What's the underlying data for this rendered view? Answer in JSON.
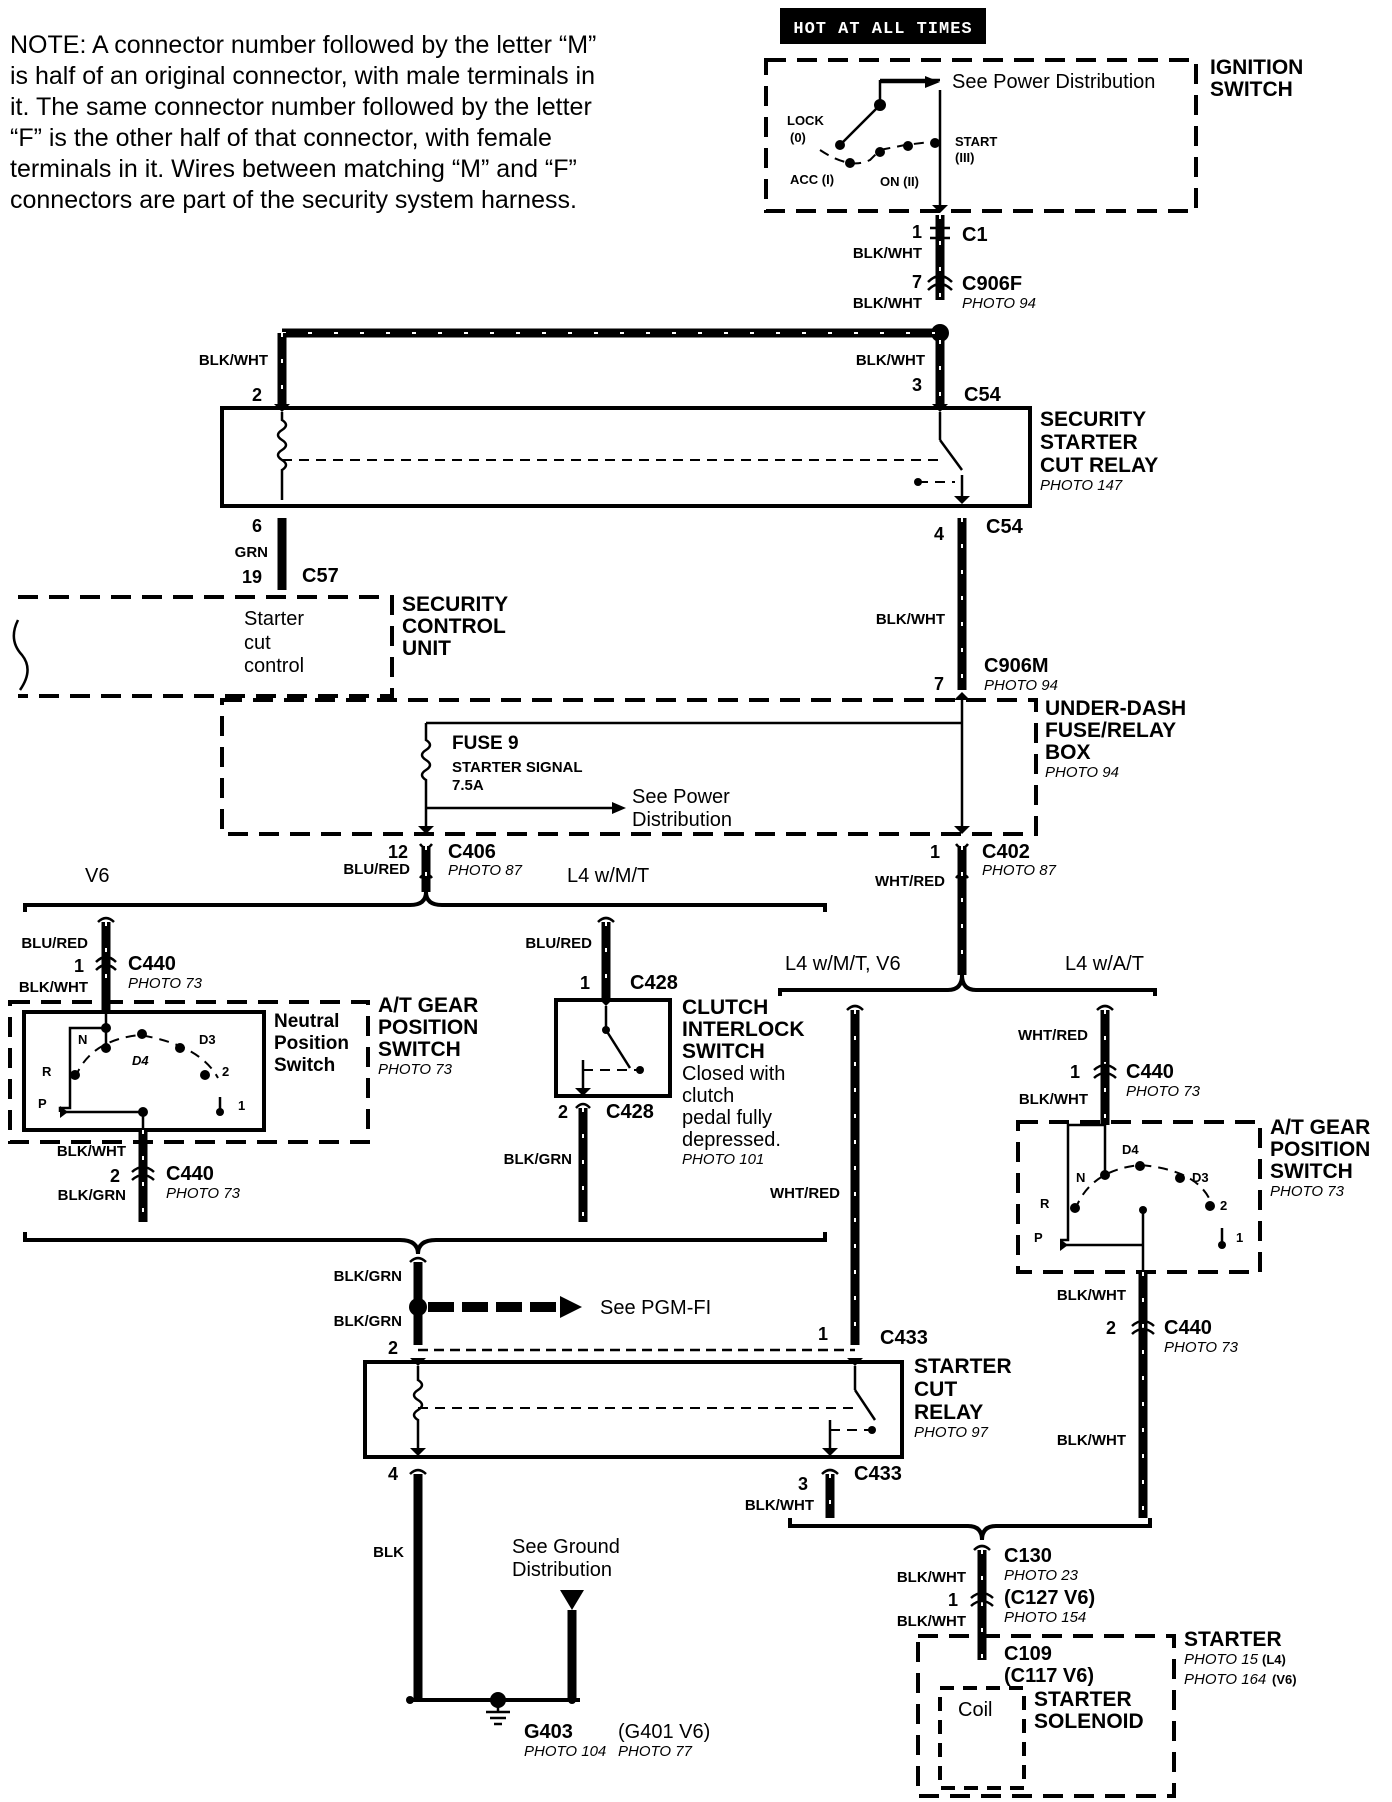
{
  "note": "NOTE:  A connector number followed by the letter “M” is half of an original connector, with male terminals in it. The same connector number followed by the letter “F” is the other half of that connector, with female terminals in it. Wires between matching “M” and “F” connectors are part of the security system harness.",
  "hot_label": "HOT AT ALL TIMES",
  "ignition_switch": {
    "title1": "IGNITION",
    "title2": "SWITCH",
    "see": "See Power Distribution",
    "lock": "LOCK",
    "lock0": "(0)",
    "acc": "ACC (I)",
    "on": "ON (II)",
    "start": "START",
    "start3": "(III)"
  },
  "connectors": {
    "c1": "C1",
    "c906f": "C906F",
    "c54": "C54",
    "c57": "C57",
    "c906m": "C906M",
    "c406": "C406",
    "c402": "C402",
    "c440": "C440",
    "c428": "C428",
    "c433": "C433",
    "c130": "C130",
    "c127": "(C127 V6)",
    "c109": "C109",
    "c117": "(C117 V6)"
  },
  "photos": {
    "p94": "PHOTO 94",
    "p147": "PHOTO 147",
    "p87": "PHOTO 87",
    "p73": "PHOTO 73",
    "p101": "PHOTO 101",
    "p97": "PHOTO 97",
    "p23": "PHOTO 23",
    "p154": "PHOTO 154",
    "p15": "PHOTO 15",
    "p15s": "(L4)",
    "p164": "PHOTO 164",
    "p164s": "(V6)",
    "p104": "PHOTO 104",
    "p77": "PHOTO 77"
  },
  "pins": {
    "p1": "1",
    "p2": "2",
    "p3": "3",
    "p4": "4",
    "p6": "6",
    "p7": "7",
    "p12": "12",
    "p19": "19"
  },
  "wires": {
    "blkwht": "BLK/WHT",
    "grn": "GRN",
    "blured": "BLU/RED",
    "whtred": "WHT/RED",
    "blkgrn": "BLK/GRN",
    "blk": "BLK"
  },
  "security_relay": {
    "l1": "SECURITY",
    "l2": "STARTER",
    "l3": "CUT RELAY"
  },
  "security_unit": {
    "l1": "SECURITY",
    "l2": "CONTROL",
    "l3": "UNIT",
    "i1": "Starter",
    "i2": "cut",
    "i3": "control"
  },
  "fuse_box": {
    "l1": "UNDER-DASH",
    "l2": "FUSE/RELAY",
    "l3": "BOX",
    "fuse": "FUSE 9",
    "signal": "STARTER SIGNAL",
    "amp": "7.5A",
    "see1": "See Power",
    "see2": "Distribution"
  },
  "branches": {
    "v6": "V6",
    "l4mt": "L4 w/M/T",
    "l4mtv6": "L4 w/M/T, V6",
    "l4at": "L4 w/A/T"
  },
  "at_switch": {
    "l1": "A/T GEAR",
    "l2": "POSITION",
    "l3": "SWITCH",
    "n1": "Neutral",
    "n2": "Position",
    "n3": "Switch",
    "pos_n": "N",
    "pos_d3": "D3",
    "pos_d4": "D4",
    "pos_r": "R",
    "pos_2": "2",
    "pos_p": "P",
    "pos_1": "1"
  },
  "clutch": {
    "l1": "CLUTCH",
    "l2": "INTERLOCK",
    "l3": "SWITCH",
    "d1": "Closed with",
    "d2": "clutch",
    "d3": "pedal fully",
    "d4": "depressed."
  },
  "pgm": "See PGM-FI",
  "starter_relay": {
    "l1": "STARTER",
    "l2": "CUT",
    "l3": "RELAY"
  },
  "ground": {
    "see1": "See Ground",
    "see2": "Distribution",
    "g403": "G403",
    "g401": "(G401 V6)"
  },
  "starter": {
    "title": "STARTER",
    "sol1": "STARTER",
    "sol2": "SOLENOID",
    "coil": "Coil"
  }
}
